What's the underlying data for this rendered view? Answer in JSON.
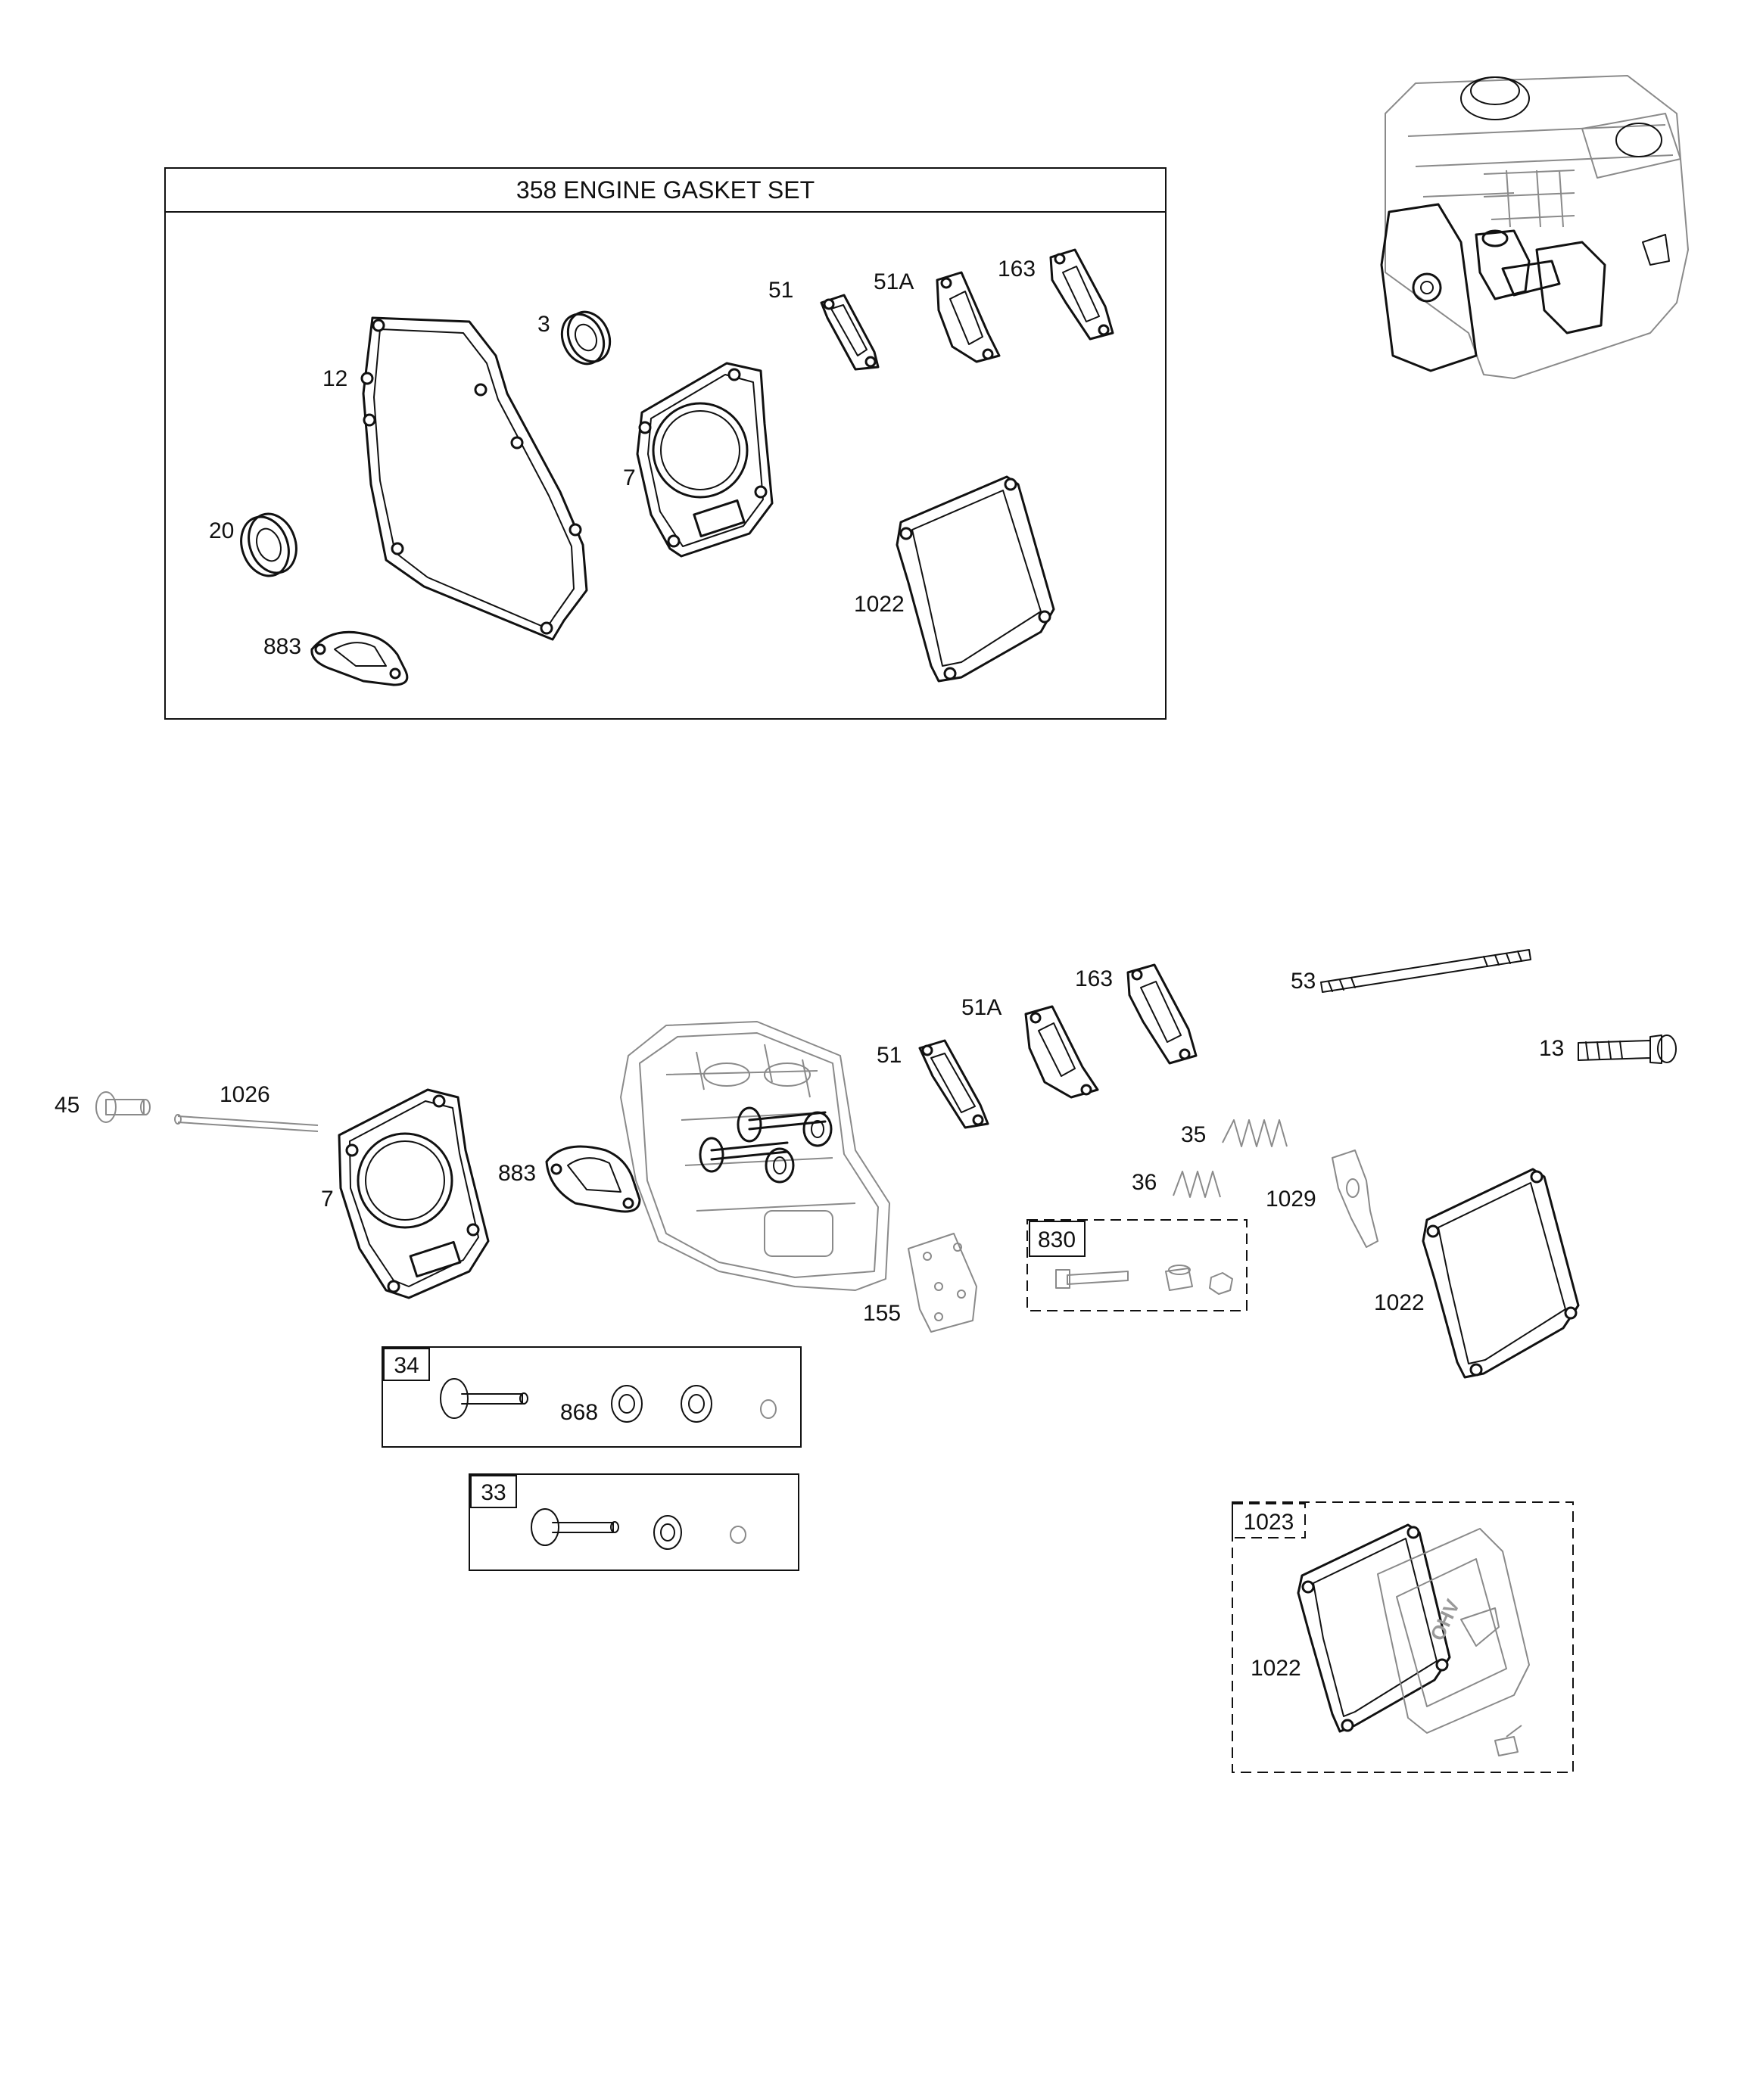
{
  "gasket_set": {
    "title": "358 ENGINE GASKET SET",
    "labels": {
      "p3": "3",
      "p12": "12",
      "p20": "20",
      "p883": "883",
      "p7": "7",
      "p51": "51",
      "p51a": "51A",
      "p163": "163",
      "p1022": "1022"
    }
  },
  "head_assembly": {
    "labels": {
      "p45": "45",
      "p1026": "1026",
      "p7": "7",
      "p883": "883",
      "p51": "51",
      "p51a": "51A",
      "p163": "163",
      "p53": "53",
      "p13": "13",
      "p35": "35",
      "p36": "36",
      "p1029": "1029",
      "p1022": "1022",
      "p155": "155"
    }
  },
  "kits": {
    "k830": {
      "id": "830"
    },
    "k34": {
      "id": "34",
      "inner_label": "868"
    },
    "k33": {
      "id": "33"
    },
    "k1023": {
      "id": "1023",
      "inner_label": "1022"
    }
  }
}
